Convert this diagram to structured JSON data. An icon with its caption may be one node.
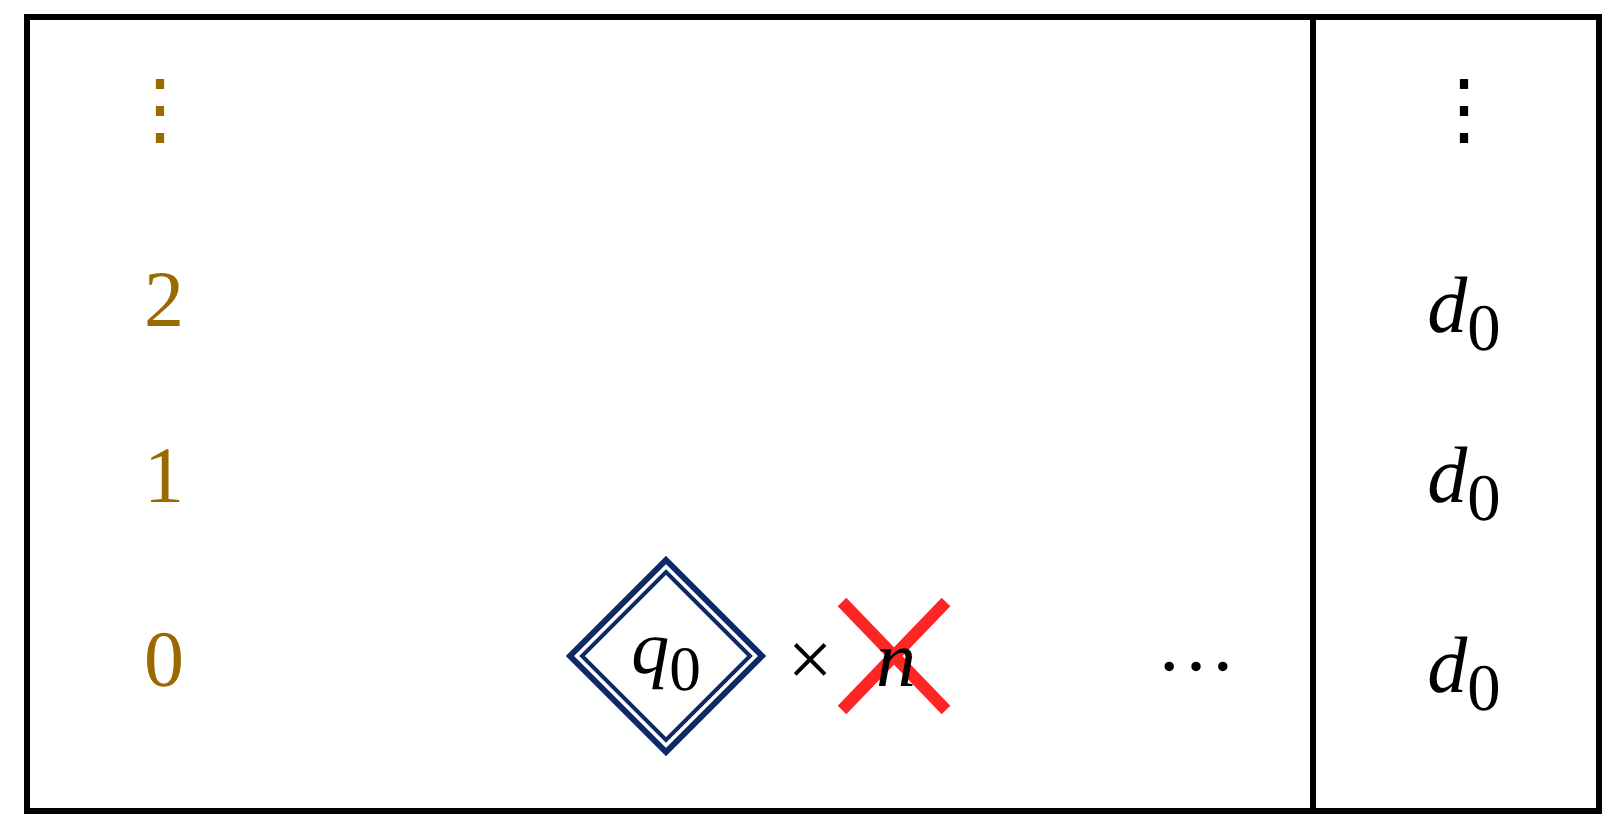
{
  "diagram": {
    "nodes": [
      {
        "text": [
          "*q*$_{0}$"
        ]
      }
    ],
    "labels": [
      "⋮",
      "⋮",
      "2",
      "*d*$_{0}$",
      "1",
      "*d*$_{0}$",
      "0",
      "×",
      "*n*",
      "…",
      "*d*$_{0}$"
    ]
  }
}
